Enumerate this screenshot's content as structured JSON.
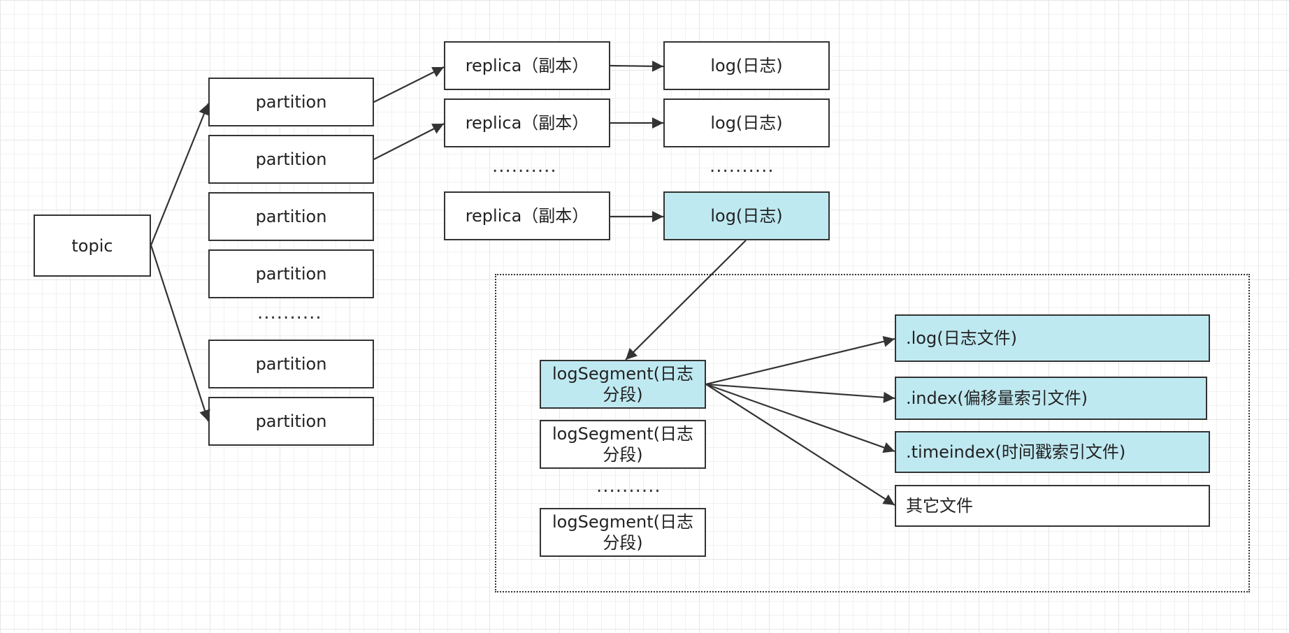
{
  "topic": {
    "label": "topic"
  },
  "partitions": [
    "partition",
    "partition",
    "partition",
    "partition",
    "partition",
    "partition"
  ],
  "partition_ellipsis": "..........",
  "replicas": [
    "replica（副本）",
    "replica（副本）",
    "replica（副本）"
  ],
  "replica_ellipsis": "..........",
  "logs": [
    "log(日志)",
    "log(日志)",
    "log(日志)"
  ],
  "log_ellipsis": "..........",
  "segments": [
    "logSegment(日志分段)",
    "logSegment(日志分段)",
    "logSegment(日志分段)"
  ],
  "segment_ellipsis": "..........",
  "files": [
    ".log(日志文件)",
    ".index(偏移量索引文件)",
    ".timeindex(时间戳索引文件)",
    "其它文件"
  ],
  "colors": {
    "highlight": "#bfe9f1",
    "stroke": "#333333"
  }
}
